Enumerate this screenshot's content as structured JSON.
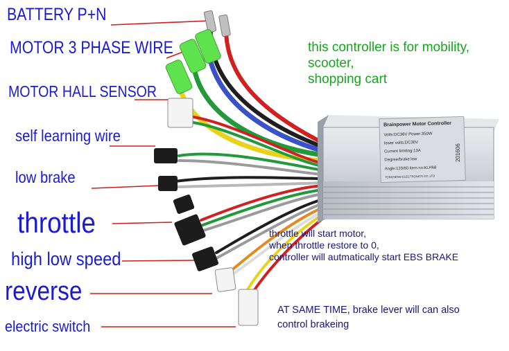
{
  "labels": {
    "battery": "BATTERY P+N",
    "motor_phase": "MOTOR 3 PHASE WIRE",
    "hall_sensor": "MOTOR HALL SENSOR",
    "self_learning": "self learning wire",
    "low_brake": "low brake",
    "throttle": "throttle",
    "high_low_speed": "high low speed",
    "reverse": "reverse",
    "electric_switch": "electric switch"
  },
  "notes": {
    "purpose_line1": "this controller is for mobility,",
    "purpose_line2": "scooter,",
    "purpose_line3": "shopping cart",
    "throttle_line1": "throttle will start motor,",
    "throttle_line2": "when throttle restore to 0,",
    "throttle_line3": "controller will autmatically start EBS BRAKE",
    "brake_line1": "AT SAME TIME, brake lever will can also",
    "brake_line2": "control brakeing"
  },
  "controller": {
    "title": "Brainpower Motor Controller",
    "spec_line1": "Volts:DC36V    Power:350W",
    "spec_line2": "lower volts:DC30V",
    "spec_line3": "Current limiting:13A",
    "spec_line4": "Degree/brake:low",
    "spec_line5": "Angle:120/60    Item no:KLH68",
    "maker": "TONGSENG ELECTRONICS CO.,LTD",
    "serial": "201606"
  },
  "colors": {
    "label_text": "#1a1ad6",
    "pointer_line": "#d01c1c",
    "purpose_note": "#17a51c",
    "info_note": "#16167a",
    "wire_red": "#d02020",
    "wire_black": "#1e1e1e",
    "wire_yellow": "#e8d21c",
    "wire_green": "#229a3c",
    "wire_blue": "#3a52c8",
    "wire_grey": "#9a9a9a",
    "wire_orange": "#e48a20",
    "wire_white": "#eeeeee",
    "boot_green": "#5ee24e",
    "casing": "#cfd3d8"
  }
}
